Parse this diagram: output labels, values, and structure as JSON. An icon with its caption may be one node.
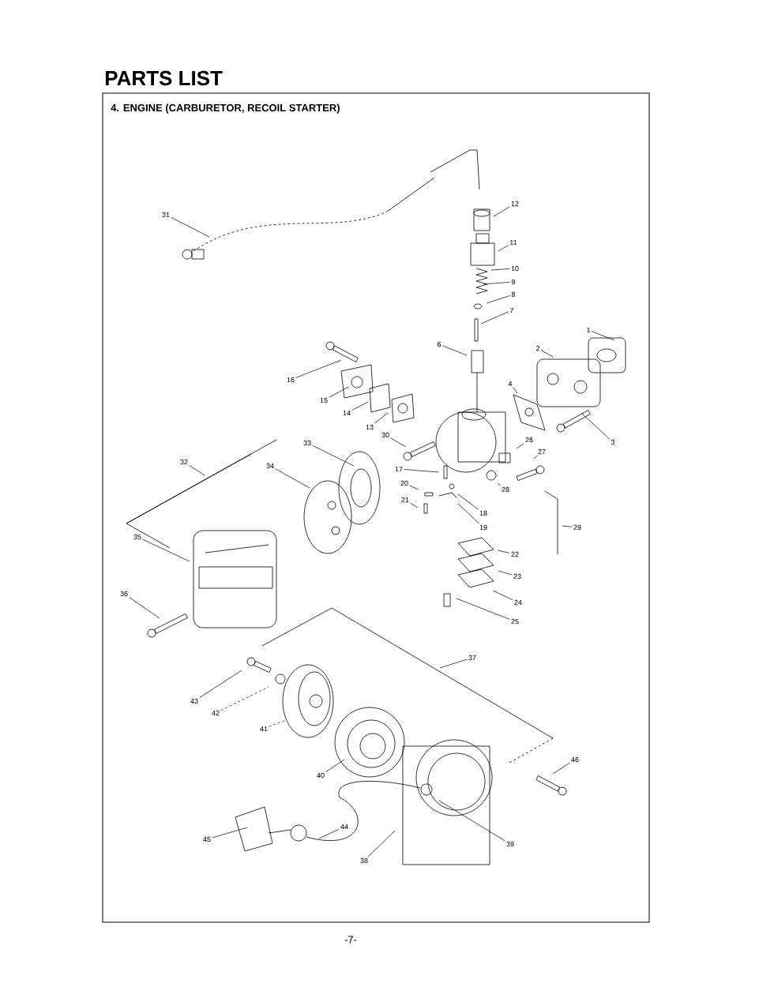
{
  "diagram": {
    "title": "PARTS LIST",
    "nodes": [
      {
        "text": [
          "31"
        ]
      },
      {
        "text": [
          "12"
        ]
      },
      {
        "text": [
          "11"
        ]
      },
      {
        "text": [
          "10"
        ]
      },
      {
        "text": [
          "9"
        ]
      },
      {
        "text": [
          "8"
        ]
      },
      {
        "text": [
          "7"
        ]
      },
      {
        "text": [
          "1"
        ]
      },
      {
        "text": [
          "6"
        ]
      },
      {
        "text": [
          "2"
        ]
      },
      {
        "text": [
          "4"
        ]
      },
      {
        "text": [
          "16"
        ]
      },
      {
        "text": [
          "15"
        ]
      },
      {
        "text": [
          "14"
        ]
      },
      {
        "text": [
          "13"
        ]
      },
      {
        "text": [
          "30"
        ]
      },
      {
        "text": [
          "3"
        ]
      },
      {
        "text": [
          "33"
        ]
      },
      {
        "text": [
          "26"
        ]
      },
      {
        "text": [
          "27"
        ]
      },
      {
        "text": [
          "32"
        ]
      },
      {
        "text": [
          "34"
        ]
      },
      {
        "text": [
          "17"
        ]
      },
      {
        "text": [
          "20"
        ]
      },
      {
        "text": [
          "28"
        ]
      },
      {
        "text": [
          "21"
        ]
      },
      {
        "text": [
          "18"
        ]
      },
      {
        "text": [
          "19"
        ]
      },
      {
        "text": [
          "29"
        ]
      },
      {
        "text": [
          "35"
        ]
      },
      {
        "text": [
          "22"
        ]
      },
      {
        "text": [
          "23"
        ]
      },
      {
        "text": [
          "24"
        ]
      },
      {
        "text": [
          "36"
        ]
      },
      {
        "text": [
          "25"
        ]
      },
      {
        "text": [
          "37"
        ]
      },
      {
        "text": [
          "43"
        ]
      },
      {
        "text": [
          "42"
        ]
      },
      {
        "text": [
          "41"
        ]
      },
      {
        "text": [
          "40"
        ]
      },
      {
        "text": [
          "46"
        ]
      },
      {
        "text": [
          "45"
        ]
      },
      {
        "text": [
          "44"
        ]
      },
      {
        "text": [
          "38"
        ]
      },
      {
        "text": [
          "39"
        ]
      }
    ],
    "edges": [
      {
        "from": 0,
        "to": null,
        "arrow": "none"
      },
      {
        "from": 1,
        "to": null,
        "arrow": "none"
      },
      {
        "from": 2,
        "to": null,
        "arrow": "none"
      },
      {
        "from": 3,
        "to": null,
        "arrow": "none"
      },
      {
        "from": 4,
        "to": null,
        "arrow": "none"
      },
      {
        "from": 5,
        "to": null,
        "arrow": "none"
      },
      {
        "from": 6,
        "to": null,
        "arrow": "none"
      },
      {
        "from": 7,
        "to": null,
        "arrow": "none"
      },
      {
        "from": 8,
        "to": null,
        "arrow": "none"
      },
      {
        "from": 9,
        "to": null,
        "arrow": "none"
      },
      {
        "from": 10,
        "to": null,
        "arrow": "none"
      },
      {
        "from": 11,
        "to": null,
        "arrow": "none"
      },
      {
        "from": 12,
        "to": null,
        "arrow": "none"
      },
      {
        "from": 13,
        "to": null,
        "arrow": "none"
      },
      {
        "from": 14,
        "to": null,
        "arrow": "none"
      },
      {
        "from": 15,
        "to": null,
        "arrow": "none"
      },
      {
        "from": 16,
        "to": null,
        "arrow": "none"
      },
      {
        "from": 17,
        "to": null,
        "arrow": "none"
      },
      {
        "from": 18,
        "to": null,
        "arrow": "none"
      },
      {
        "from": 19,
        "to": null,
        "arrow": "none"
      },
      {
        "from": 20,
        "to": null,
        "arrow": "none"
      },
      {
        "from": 21,
        "to": null,
        "arrow": "none"
      },
      {
        "from": 22,
        "to": null,
        "arrow": "none"
      },
      {
        "from": 23,
        "to": null,
        "arrow": "none"
      },
      {
        "from": 24,
        "to": null,
        "arrow": "none"
      },
      {
        "from": 25,
        "to": null,
        "arrow": "none"
      },
      {
        "from": 26,
        "to": null,
        "arrow": "none"
      },
      {
        "from": 27,
        "to": null,
        "arrow": "none"
      },
      {
        "from": 28,
        "to": null,
        "arrow": "none"
      },
      {
        "from": 29,
        "to": null,
        "arrow": "none"
      },
      {
        "from": 30,
        "to": null,
        "arrow": "none"
      },
      {
        "from": 31,
        "to": null,
        "arrow": "none"
      },
      {
        "from": 32,
        "to": null,
        "arrow": "none"
      },
      {
        "from": 33,
        "to": null,
        "arrow": "none"
      },
      {
        "from": 34,
        "to": null,
        "arrow": "none"
      },
      {
        "from": 35,
        "to": null,
        "arrow": "none"
      },
      {
        "from": 36,
        "to": null,
        "arrow": "none"
      },
      {
        "from": 37,
        "to": null,
        "arrow": "none",
        "style": "dashed"
      },
      {
        "from": 38,
        "to": null,
        "arrow": "none",
        "style": "dashed"
      },
      {
        "from": 39,
        "to": null,
        "arrow": "none"
      },
      {
        "from": 40,
        "to": null,
        "arrow": "none"
      },
      {
        "from": 41,
        "to": null,
        "arrow": "none"
      },
      {
        "from": 42,
        "to": null,
        "arrow": "none"
      },
      {
        "from": 43,
        "to": null,
        "arrow": "none"
      },
      {
        "from": 44,
        "to": null,
        "arrow": "none"
      }
    ],
    "labels": [
      "4. ENGINE (CARBURETOR, RECOIL STARTER)",
      "-7-"
    ]
  }
}
